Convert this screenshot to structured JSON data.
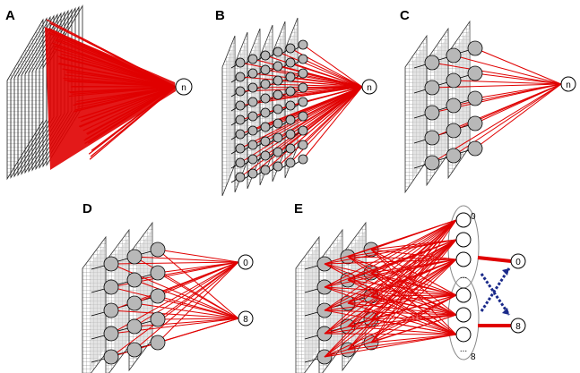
{
  "panels": [
    {
      "id": "A",
      "label": "A",
      "output_nodes": [
        "n"
      ]
    },
    {
      "id": "B",
      "label": "B",
      "output_nodes": [
        "n"
      ]
    },
    {
      "id": "C",
      "label": "C",
      "output_nodes": [
        "n"
      ]
    },
    {
      "id": "D",
      "label": "D",
      "output_nodes": [
        "0",
        "8"
      ]
    },
    {
      "id": "E",
      "label": "E",
      "output_nodes": [
        "0",
        "8"
      ],
      "group_labels": [
        "0",
        "8"
      ],
      "ellipsis": "..."
    }
  ],
  "colors": {
    "connection": "#e00000",
    "inhibitory": "#1a2a8a",
    "node_fill": "#b8b8b8",
    "grid": "#555555"
  }
}
